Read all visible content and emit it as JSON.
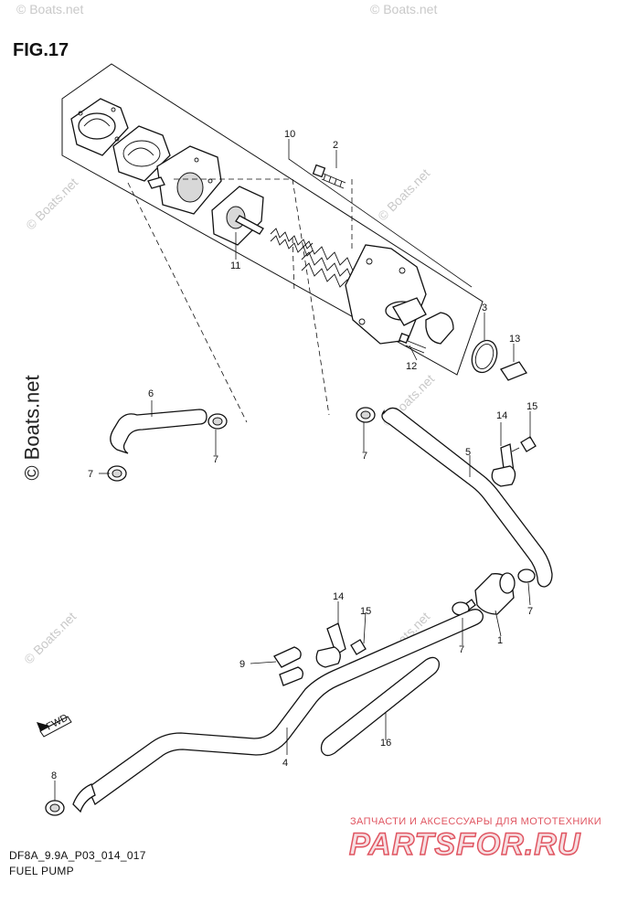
{
  "figure": {
    "title": "FIG.17",
    "code": "DF8A_9.9A_P03_014_017",
    "name": "FUEL PUMP"
  },
  "callouts": [
    "1",
    "2",
    "3",
    "4",
    "5",
    "6",
    "7",
    "8",
    "9",
    "10",
    "11",
    "12",
    "13",
    "14",
    "15",
    "16"
  ],
  "fwd_label": "FWD",
  "watermark": {
    "small": "© Boats.net",
    "large": "© Boats.net"
  },
  "partsfor": {
    "subtitle": "ЗАПЧАСТИ И АКСЕССУАРЫ ДЛЯ МОТОТЕХНИКИ",
    "logo": "PARTSFOR.RU",
    "color": "#e05561"
  }
}
